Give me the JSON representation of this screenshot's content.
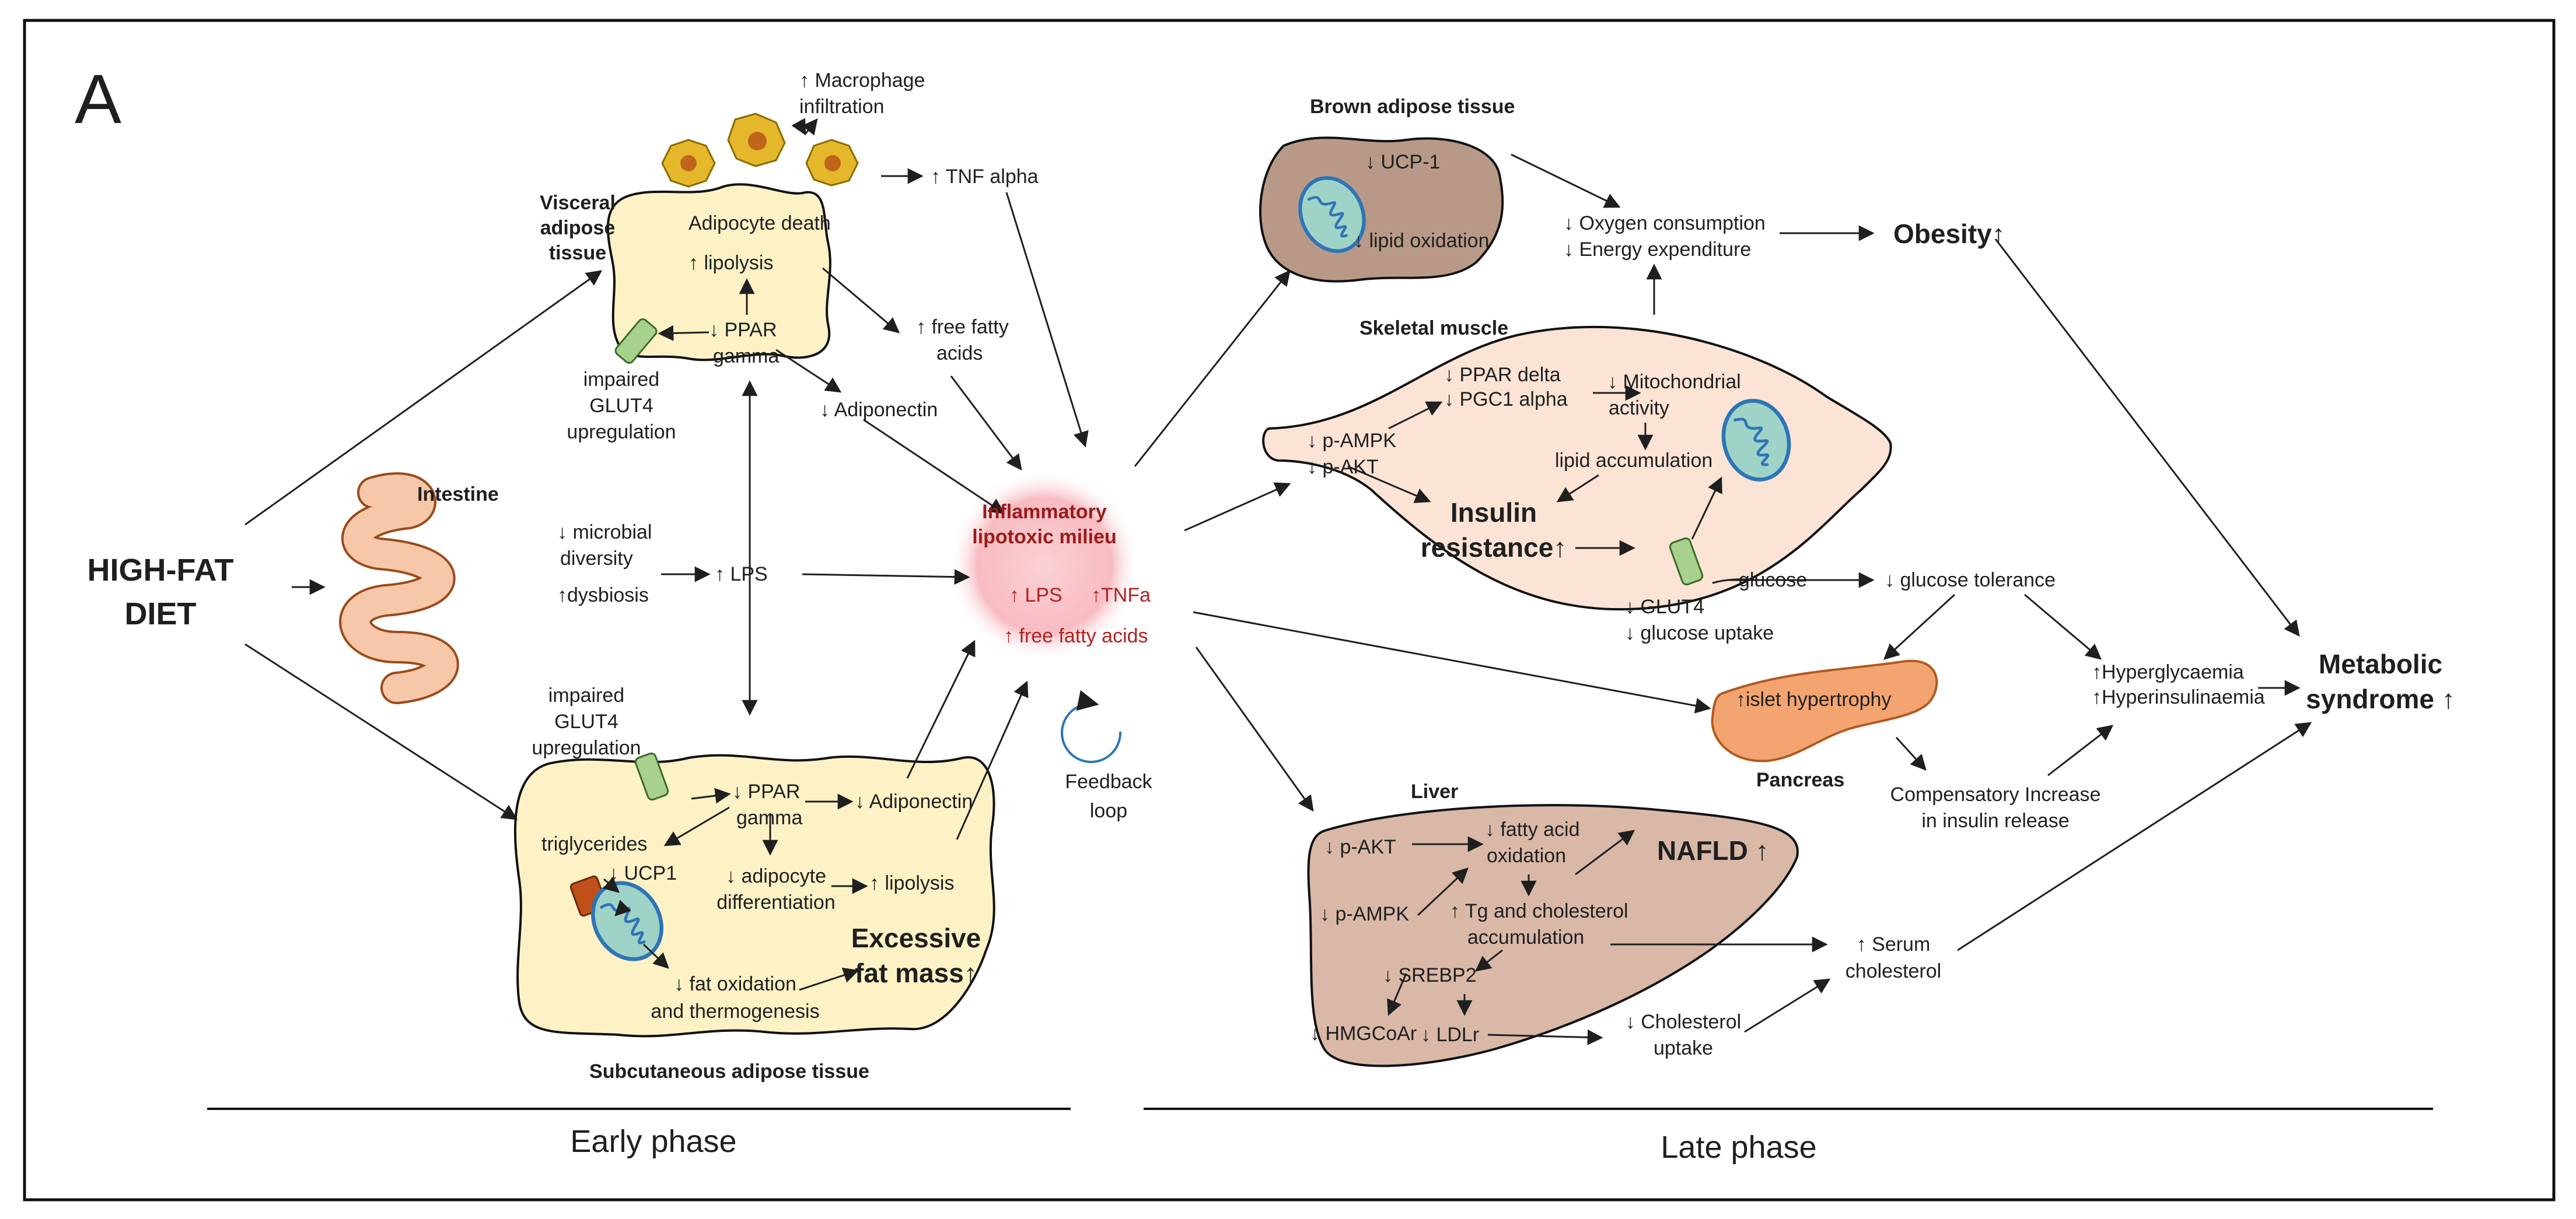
{
  "panel": {
    "label": "A"
  },
  "phases": {
    "early": "Early phase",
    "late": "Late phase"
  },
  "diet": {
    "line1": "HIGH-FAT",
    "line2": "DIET"
  },
  "visceral": {
    "title1": "Visceral",
    "title2": "adipose",
    "title3": "tissue",
    "macrophage1": "↑ Macrophage",
    "macrophage2": "infiltration",
    "tnf": "↑ TNF alpha",
    "death": "Adipocyte death",
    "lipolysis": "↑ lipolysis",
    "ppar1": "↓ PPAR",
    "ppar2": "gamma",
    "glut1": "impaired",
    "glut2": "GLUT4",
    "glut3": "upregulation",
    "ffa1": "↑ free fatty",
    "ffa2": "acids",
    "adiponectin": "↓ Adiponectin"
  },
  "intestine": {
    "title": "Intestine",
    "microbial1": "↓ microbial",
    "microbial2": "diversity",
    "dysbiosis": "↑dysbiosis",
    "lps": "↑ LPS"
  },
  "subcutaneous": {
    "title": "Subcutaneous  adipose tissue",
    "glut1": "impaired",
    "glut2": "GLUT4",
    "glut3": "upregulation",
    "ppar1": "↓ PPAR",
    "ppar2": "gamma",
    "adiponectin": "↓ Adiponectin",
    "triglycerides": "triglycerides",
    "ucp1": "↓ UCP1",
    "diff1": "↓ adipocyte",
    "diff2": "differentiation",
    "lipolysis": "↑ lipolysis",
    "fatox1": "↓ fat oxidation",
    "fatox2": "and thermogenesis",
    "excess1": "Excessive",
    "excess2": "fat mass↑"
  },
  "milieu": {
    "title1": "Inflammatory",
    "title2": "lipotoxic milieu",
    "lps": "↑ LPS",
    "tnfa": "↑TNFa",
    "ffa": "↑ free fatty acids",
    "feedback1": "Feedback",
    "feedback2": "loop"
  },
  "brown": {
    "title": "Brown adipose tissue",
    "ucp": "↓ UCP-1",
    "lipidox": "↓ lipid oxidation"
  },
  "energy": {
    "oxygen": "↓ Oxygen consumption",
    "expenditure": "↓ Energy expenditure"
  },
  "obesity": "Obesity↑",
  "muscle": {
    "title": "Skeletal muscle",
    "ppar": "↓ PPAR delta",
    "pgc": "↓ PGC1 alpha",
    "mito1": "↓ Mitochondrial",
    "mito2": "activity",
    "pampk": "↓ p-AMPK",
    "pakt": "↓ p-AKT",
    "lipidacc": "lipid accumulation",
    "ir1": "Insulin",
    "ir2": "resistance↑",
    "glucose": "glucose",
    "glut4": "↓ GLUT4",
    "uptake": "↓ glucose uptake"
  },
  "tolerance": "↓ glucose tolerance",
  "pancreas": {
    "title": "Pancreas",
    "islet": "↑islet hypertrophy",
    "comp1": "Compensatory Increase",
    "comp2": "in insulin release"
  },
  "hyper": {
    "glyc": "↑Hyperglycaemia",
    "insul": "↑Hyperinsulinaemia"
  },
  "metabolic": {
    "line1": "Metabolic",
    "line2": "syndrome ↑"
  },
  "liver": {
    "title": "Liver",
    "pakt": "↓ p-AKT",
    "pampk": "↓ p-AMPK",
    "fao1": "↓ fatty acid",
    "fao2": "oxidation",
    "tg1": "↑ Tg and cholesterol",
    "tg2": "accumulation",
    "nafld": "NAFLD ↑",
    "srebp": "↓ SREBP2",
    "hmg": "↓ HMGCoAr",
    "ldlr": "↓ LDLr",
    "chol1": "↓ Cholesterol",
    "chol2": "uptake",
    "serum1": "↑ Serum",
    "serum2": "cholesterol"
  },
  "colors": {
    "adipose_fill": "#fdf2c6",
    "muscle_fill": "#fbe4d5",
    "brown_fill": "#b89987",
    "liver_fill": "#d9b8a8",
    "intestine_fill": "#f7c7a9",
    "pancreas_fill": "#f4a471",
    "milieu_glow": "#f7b9bf",
    "mito_fill": "#9fd3c8",
    "mito_stroke": "#2e75b6",
    "glut_fill": "#a9d18e",
    "macrophage_fill": "#e5b82b",
    "milieu_text": "#9b1b1b"
  }
}
